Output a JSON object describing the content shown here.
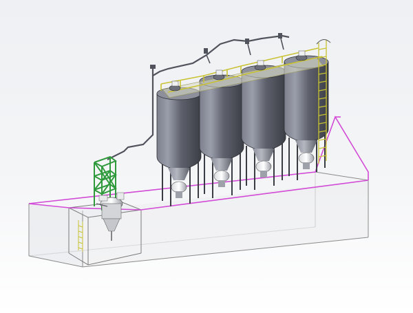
{
  "scene": {
    "kind": "cad-3d-model",
    "subject": "silo-plant",
    "silo_count": 4,
    "colors": {
      "background_top": "#eef0f3",
      "silo_body": "#5a5d68",
      "silo_highlight": "#9a9eab",
      "hopper_grey": "#8c8f99",
      "railing_yellow": "#c9c233",
      "frame_green": "#2f9a3c",
      "boundary_magenta": "#d24ad6",
      "enclosure_line": "#8a8a8a",
      "pipe": "#50535c"
    }
  }
}
